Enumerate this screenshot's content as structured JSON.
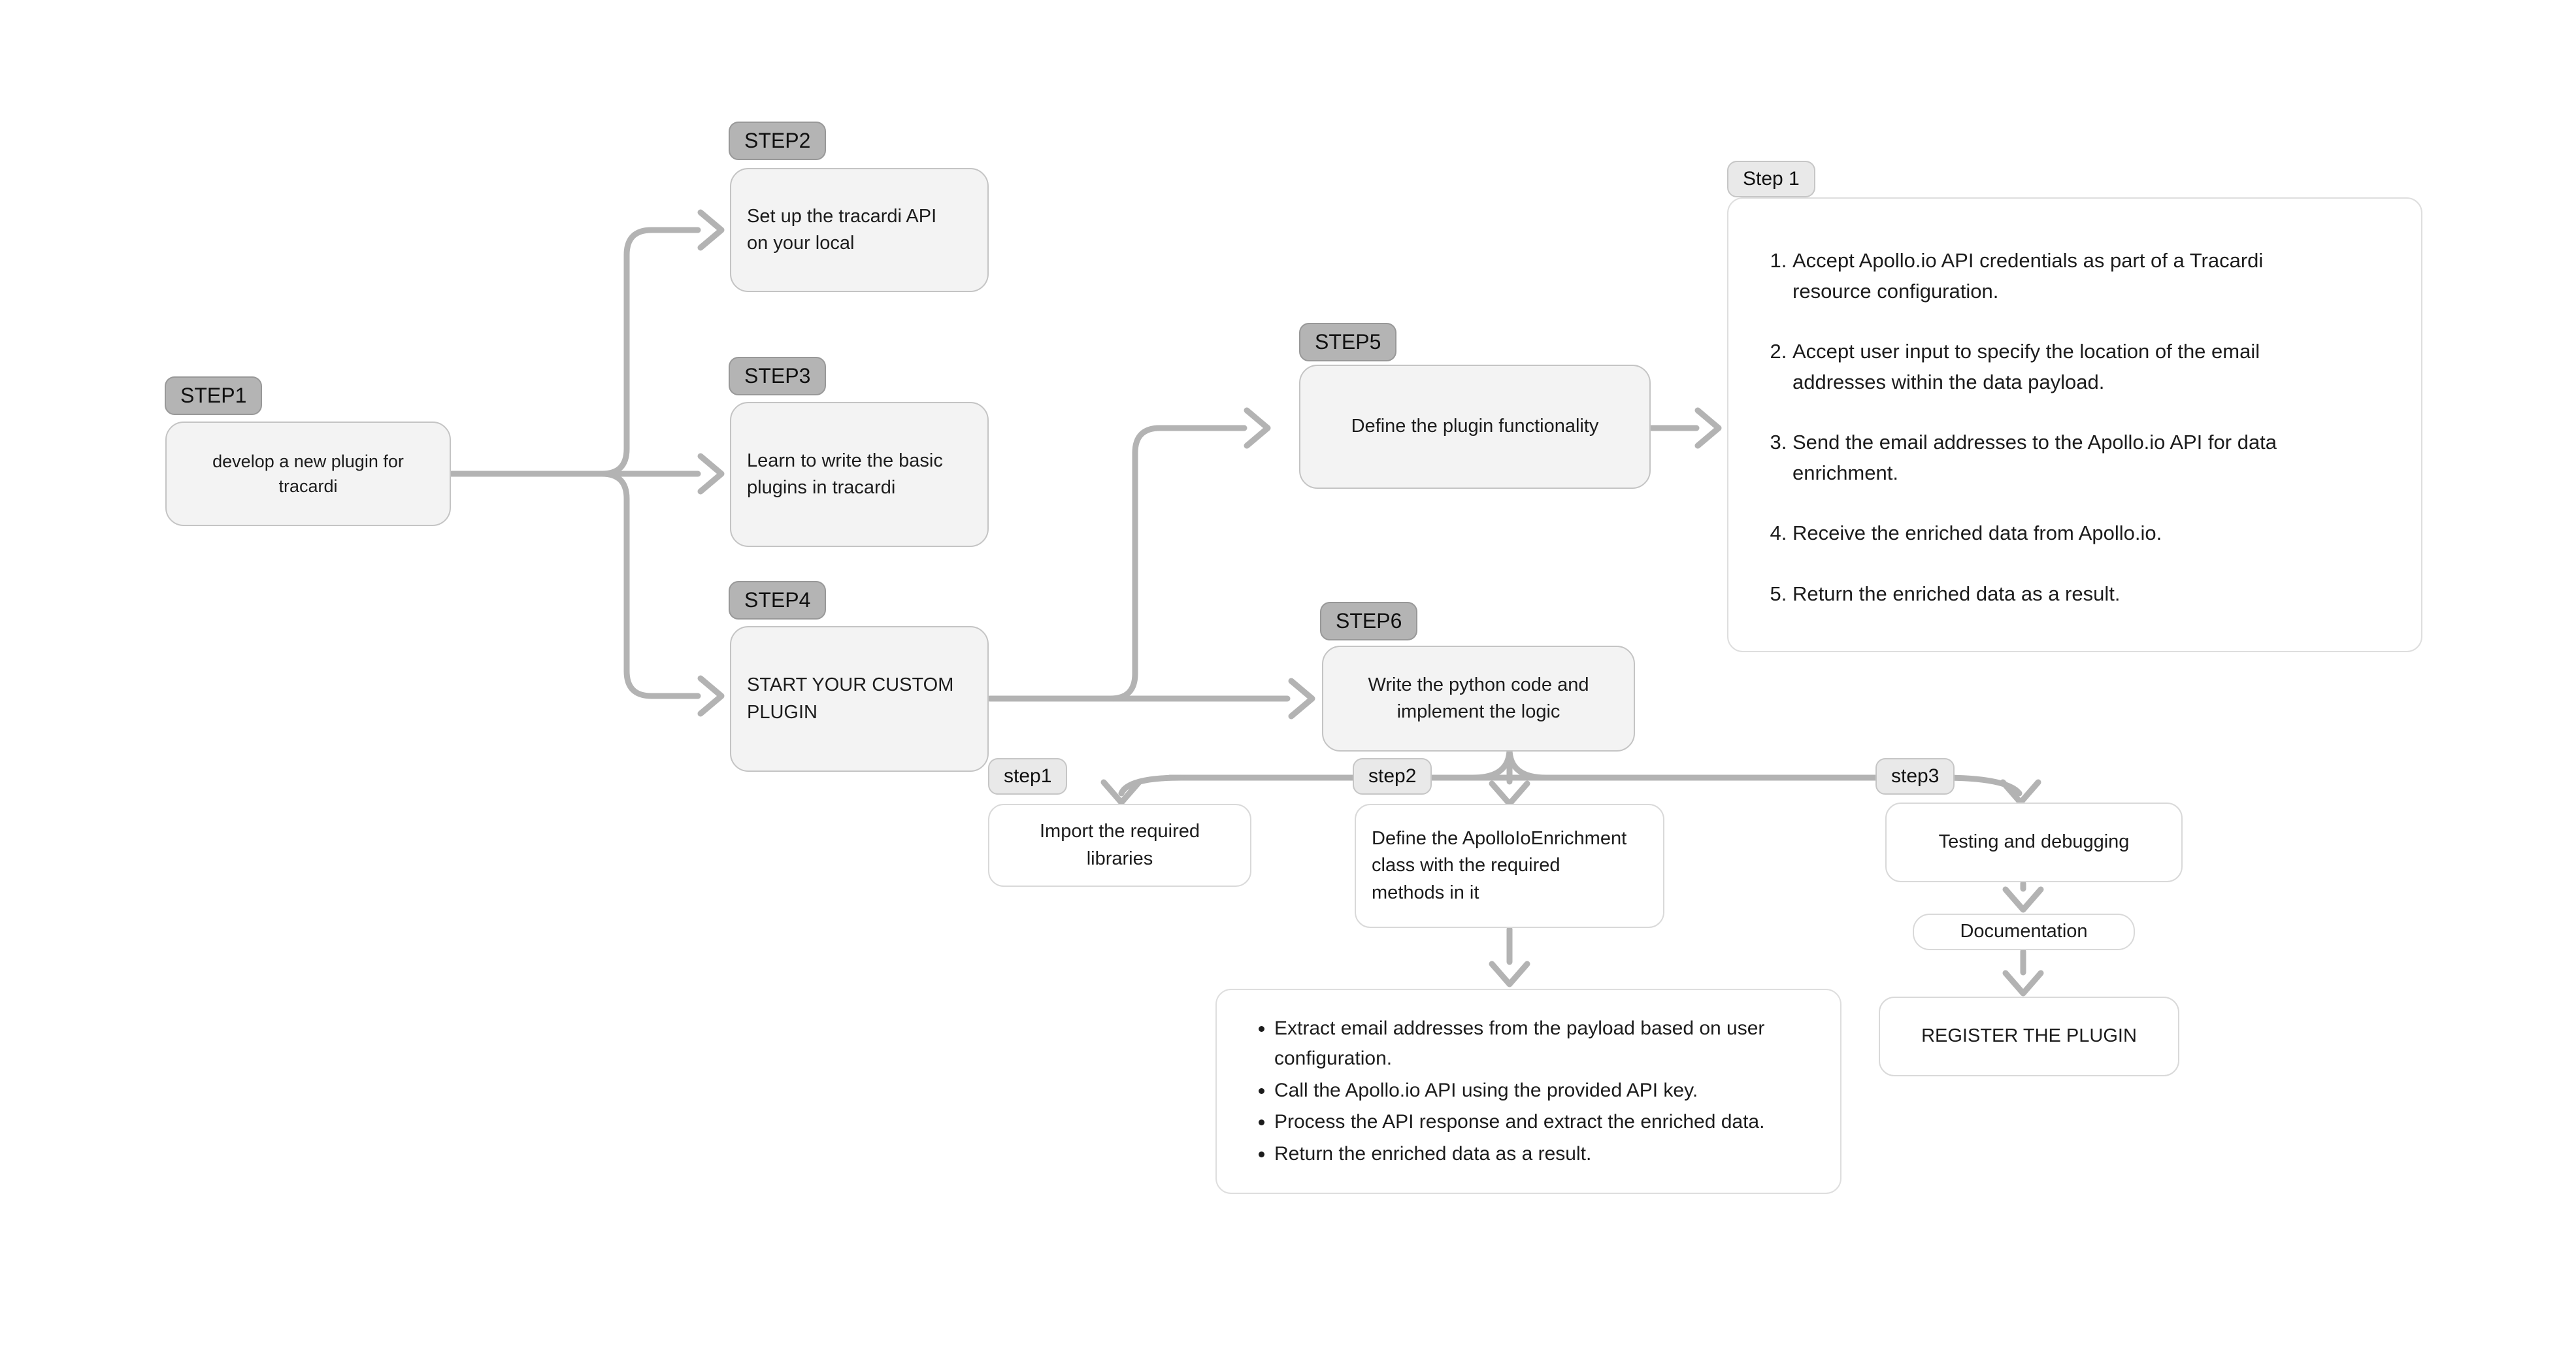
{
  "nodes": {
    "root": {
      "tag": "STEP1",
      "text": "develop a new plugin for tracardi"
    },
    "setup_api": {
      "tag": "STEP2",
      "text": "Set up the tracardi API\non your local"
    },
    "learn_plugins": {
      "tag": "STEP3",
      "text": "Learn to write the basic\nplugins in tracardi"
    },
    "start_custom": {
      "tag": "STEP4",
      "text": "START YOUR CUSTOM\nPLUGIN"
    },
    "define_functionality": {
      "tag": "STEP5",
      "text": "Define the plugin functionality"
    },
    "write_code": {
      "tag": "STEP6",
      "text": "Write the python code and\nimplement the logic"
    }
  },
  "functionality_panel": {
    "tag": "Step 1",
    "items": [
      "Accept Apollo.io API credentials as part of a Tracardi\nresource configuration.",
      "Accept user input to specify the location of the email\naddresses within the data payload.",
      "Send the email addresses to the Apollo.io API for data\nenrichment.",
      "Receive the enriched data from Apollo.io.",
      "Return the enriched data as a result."
    ]
  },
  "code_substeps": {
    "import_libs": {
      "tag": "step1",
      "text": "Import the required\nlibraries"
    },
    "define_class": {
      "tag": "step2",
      "text": "Define the ApolloIoEnrichment\nclass with the required\nmethods in it"
    },
    "testing": {
      "tag": "step3",
      "text": "Testing and debugging"
    }
  },
  "class_details": {
    "bullets": [
      "Extract email addresses from the payload based on user\nconfiguration.",
      "Call the Apollo.io API using the provided API key.",
      "Process the API response and extract the enriched data.",
      "Return the enriched data as a result."
    ]
  },
  "release_flow": {
    "documentation": "Documentation",
    "register": "REGISTER THE PLUGIN"
  },
  "colors": {
    "connector": "#b3b3b3",
    "step_pill_bg": "#b4b4b4",
    "sub_pill_bg": "#e9e9e9",
    "node_bg": "#f3f3f3",
    "canvas_bg": "#ffffff"
  }
}
